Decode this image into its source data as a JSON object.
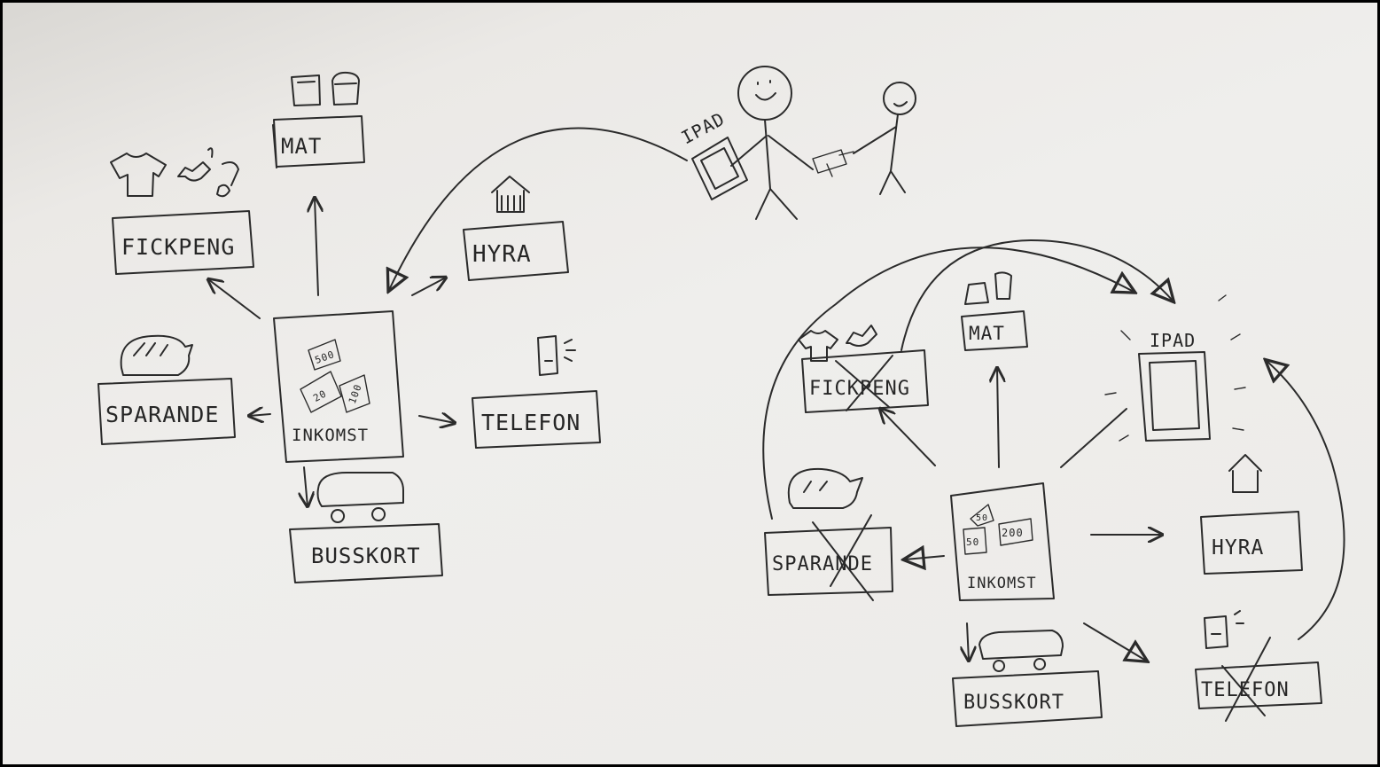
{
  "left_diagram": {
    "center": "INKOMST",
    "bills": [
      "500",
      "20",
      "100"
    ],
    "nodes": {
      "mat": "MAT",
      "fickpeng": "FICKPENG",
      "hyra": "HYRA",
      "sparande": "SPARANDE",
      "telefon": "TELEFON",
      "busskort": "BUSSKORT"
    },
    "trade_item": "IPAD"
  },
  "right_diagram": {
    "center": "INKOMST",
    "bills": [
      "50",
      "200",
      "50"
    ],
    "nodes": {
      "mat": "MAT",
      "fickpeng": "FICKPENG",
      "hyra": "HYRA",
      "sparande": "SPARANDE",
      "telefon": "TELEFON",
      "busskort": "BUSSKORT",
      "ipad": "IPAD"
    },
    "crossed_out": [
      "FICKPENG",
      "SPARANDE",
      "TELEFON"
    ]
  },
  "colors": {
    "paper": "#ecebe8",
    "ink": "#2b2b2b",
    "frame": "#000000"
  }
}
